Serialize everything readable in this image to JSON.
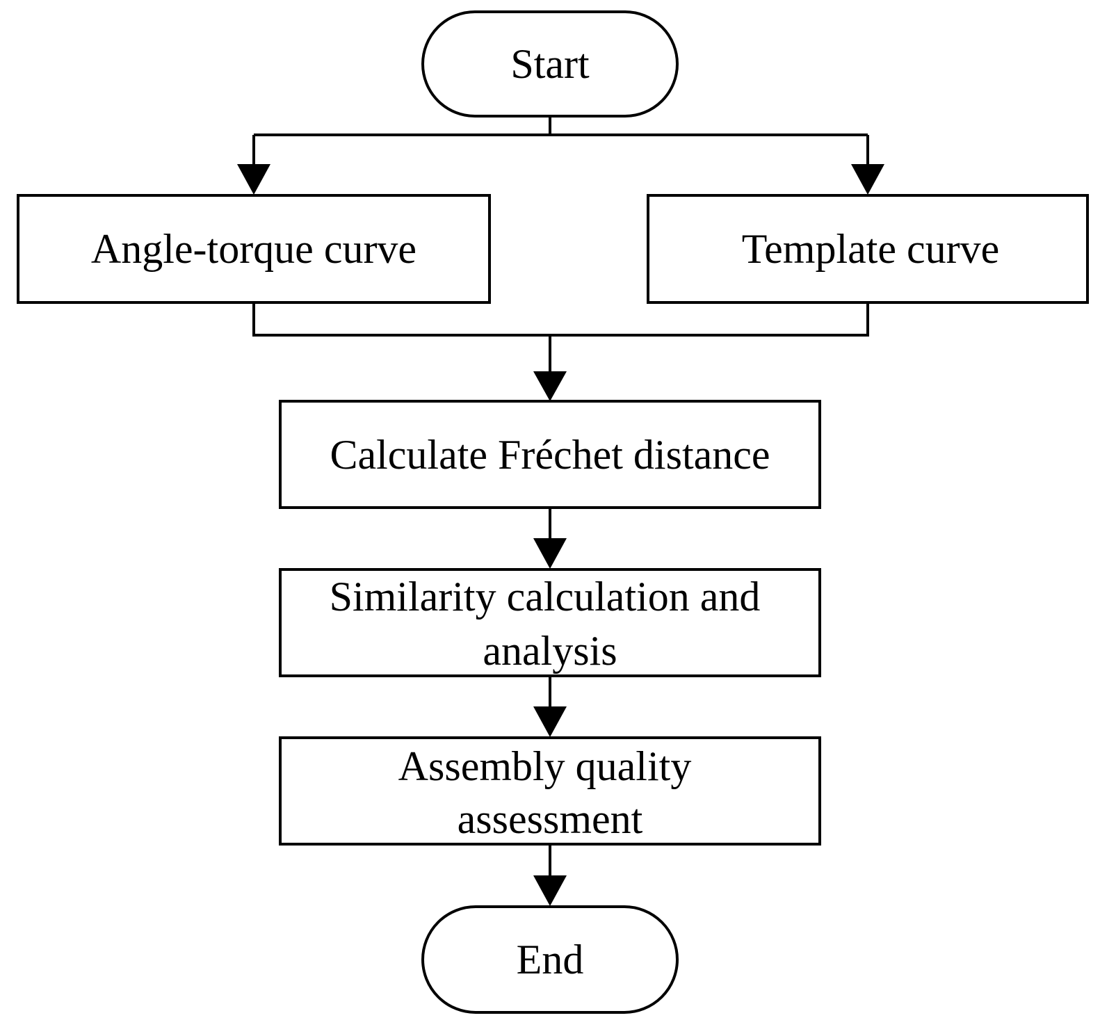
{
  "nodes": {
    "start": {
      "label": "Start"
    },
    "angle_torque": {
      "label": "Angle-torque curve"
    },
    "template": {
      "label": "Template curve"
    },
    "frechet": {
      "label": "Calculate Fréchet distance"
    },
    "similarity": {
      "line1": "Similarity calculation and",
      "line2": "analysis"
    },
    "assessment": {
      "line1": "Assembly quality",
      "line2": "assessment"
    },
    "end": {
      "label": "End"
    }
  }
}
